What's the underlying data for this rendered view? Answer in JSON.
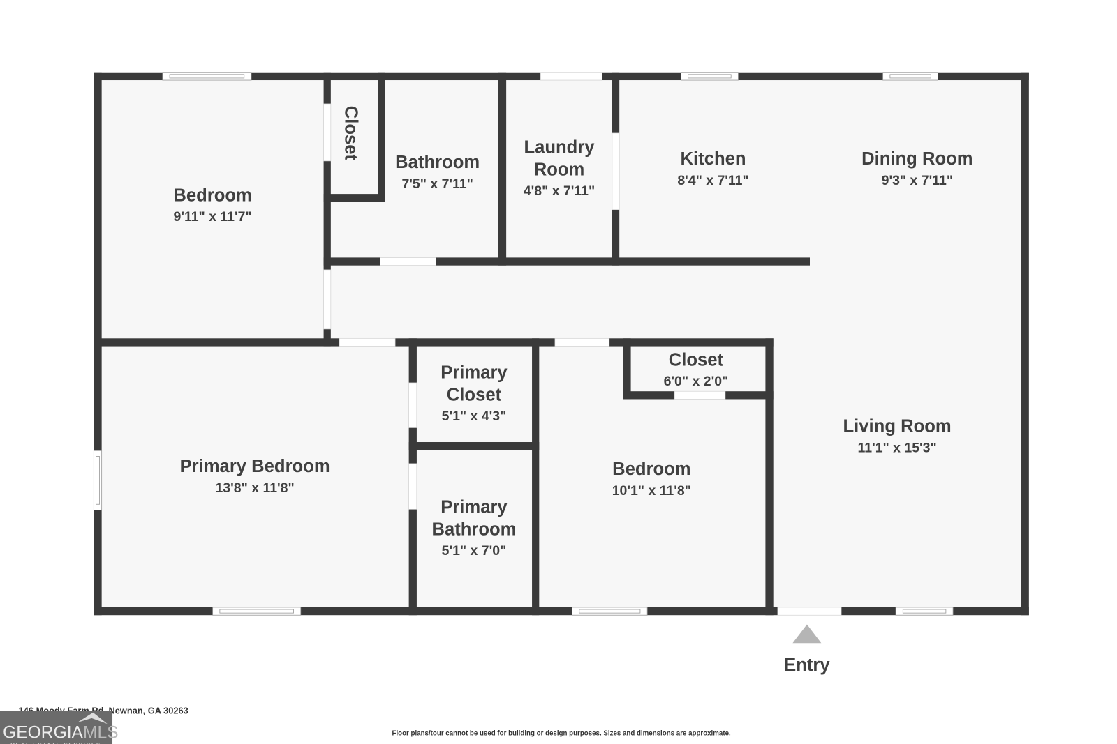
{
  "rooms": [
    {
      "name": "Bedroom",
      "dims": "9'11\" x 11'7\""
    },
    {
      "name": "Closet",
      "dims": ""
    },
    {
      "name": "Bathroom",
      "dims": "7'5\" x 7'11\""
    },
    {
      "name": "Laundry Room",
      "name_lines": [
        "Laundry",
        "Room"
      ],
      "dims": "4'8\" x 7'11\""
    },
    {
      "name": "Kitchen",
      "dims": "8'4\" x 7'11\""
    },
    {
      "name": "Dining Room",
      "dims": "9'3\" x 7'11\""
    },
    {
      "name": "Primary Bedroom",
      "dims": "13'8\" x 11'8\""
    },
    {
      "name": "Primary Closet",
      "name_lines": [
        "Primary",
        "Closet"
      ],
      "dims": "5'1\" x 4'3\""
    },
    {
      "name": "Primary Bathroom",
      "name_lines": [
        "Primary",
        "Bathroom"
      ],
      "dims": "5'1\" x 7'0\""
    },
    {
      "name": "Closet",
      "dims": "6'0\" x 2'0\""
    },
    {
      "name": "Bedroom",
      "dims": "10'1\" x 11'8\""
    },
    {
      "name": "Living Room",
      "dims": "11'1\" x 15'3\""
    }
  ],
  "entry": {
    "label": "Entry"
  },
  "footer": {
    "address": "146 Moody Farm Rd, Newnan, GA 30263",
    "disclaimer": "Floor plans/tour cannot be used for building or design purposes. Sizes and dimensions are approximate.",
    "logo_text": "GEORGIAMLS",
    "logo_sub": "REAL ESTATE SERVICES"
  },
  "colors": {
    "wall": "#3a3a3a",
    "floor": "#f7f7f7",
    "entry_marker": "#b5b5b5",
    "logo_bg": "#6b6b6b"
  }
}
